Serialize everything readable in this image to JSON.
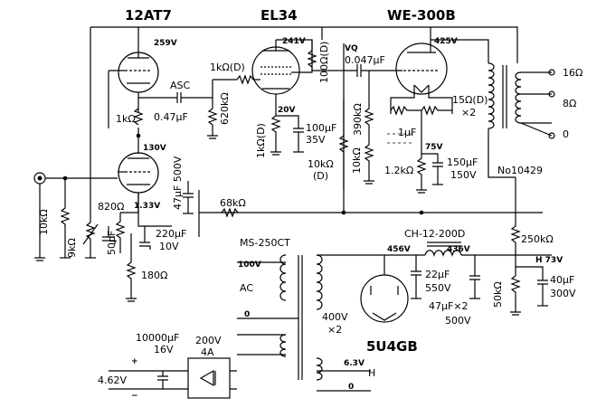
{
  "tubes": {
    "v1": "12AT7",
    "v2": "EL34",
    "v3": "WE-300B",
    "rect": "5U4GB"
  },
  "transformers": {
    "output_id": "No10429",
    "power": "MS-250CT",
    "choke": "CH-12-200D"
  },
  "voltages": {
    "v1_plate": "259V",
    "v1_cath": "130V",
    "v1b_cath": "1.33V",
    "el34_plate": "241V",
    "el34_cath": "20V",
    "v300b_plate": "425V",
    "v300b_cath": "75V",
    "vq": "VQ",
    "rect_in": "456V",
    "rect_out": "436V",
    "h73": "H    73V",
    "ac100": "100V",
    "ac": "AC",
    "zero1": "0",
    "v400": "400V",
    "x2": "×2",
    "v63": "6.3V",
    "h": "H",
    "zero2": "0",
    "plus": "+",
    "minus": "−",
    "out_v": "4.62V",
    "v200": "200V",
    "a4": "4A"
  },
  "components": {
    "asc": "ASC",
    "c047a": "0.47μF",
    "r1k": "1kΩ",
    "r1kd": "1kΩ(D)",
    "r620k": "620kΩ",
    "r100d": "100Ω(D)",
    "c100u": "100μF",
    "v35": "35V",
    "r1kd2": "1kΩ(D)",
    "c047b": "0.047μF",
    "r390k": "390kΩ",
    "r10kd": "10kΩ",
    "r10kd_d": "(D)",
    "r15d": "15Ω(D)",
    "x2b": "×2",
    "c1u": "1μF",
    "r10k": "10kΩ",
    "r1_2k": "1.2kΩ",
    "c150": "150μF",
    "v150": "150V",
    "r10k_in": "10kΩ",
    "r9k": "9kΩ",
    "r820": "820Ω",
    "c50p": "50pF",
    "c47u": "47μF 500V",
    "c220": "220μF",
    "v10": "10V",
    "r180": "180Ω",
    "r68k": "68kΩ",
    "r250k": "250kΩ",
    "r50k": "50kΩ",
    "c40": "40μF",
    "v300": "300V",
    "c22": "22μF",
    "v550": "550V",
    "c47x2": "47μF×2",
    "v500": "500V",
    "c10000": "10000μF",
    "v16": "16V",
    "out16": "16Ω",
    "out8": "8Ω",
    "out0": "0"
  }
}
